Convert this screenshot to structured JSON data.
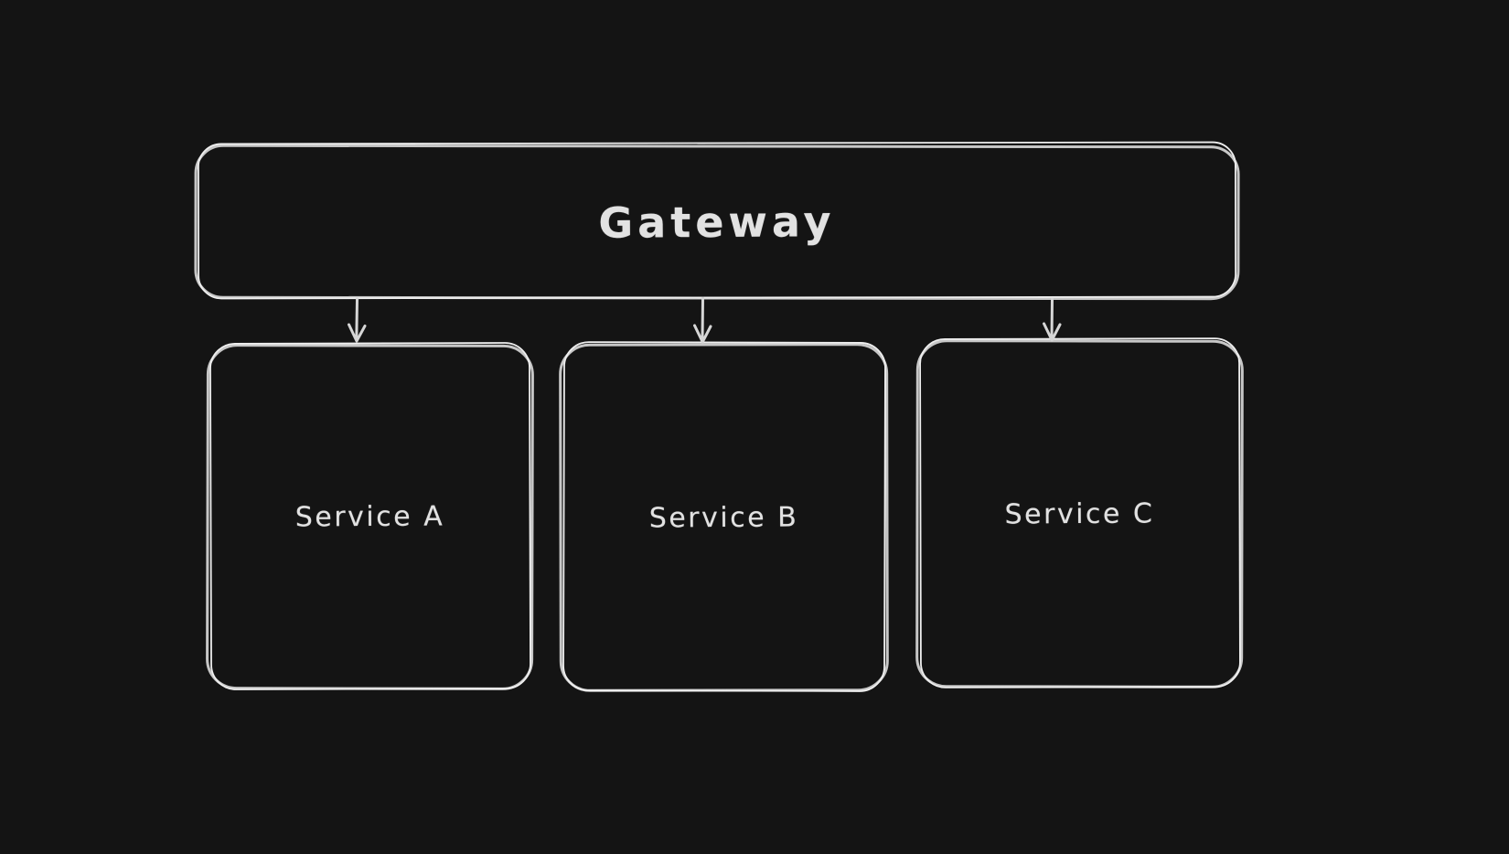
{
  "canvas": {
    "background": "#141414",
    "stroke_color": "#d6d6d6",
    "text_color": "#e2e2e2"
  },
  "diagram": {
    "gateway": {
      "label": "Gateway"
    },
    "services": [
      {
        "label": "Service A"
      },
      {
        "label": "Service B"
      },
      {
        "label": "Service C"
      }
    ],
    "edges": [
      {
        "from": "Gateway",
        "to": "Service A"
      },
      {
        "from": "Gateway",
        "to": "Service B"
      },
      {
        "from": "Gateway",
        "to": "Service C"
      }
    ]
  }
}
